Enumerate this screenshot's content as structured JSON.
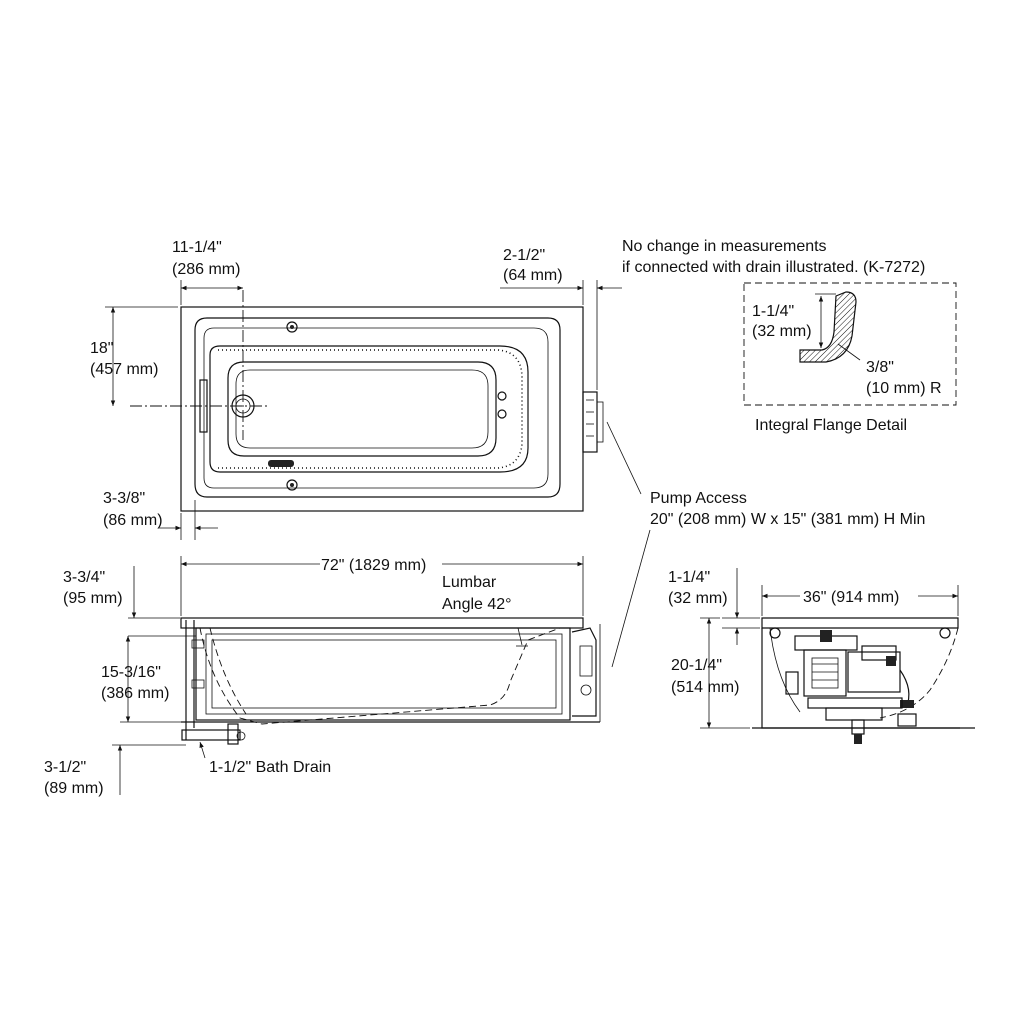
{
  "plan": {
    "dim_drain_offset": {
      "inches": "11-1/4\"",
      "mm": "(286 mm)"
    },
    "dim_flange": {
      "inches": "2-1/2\"",
      "mm": "(64 mm)"
    },
    "dim_drain_height": {
      "inches": "18\"",
      "mm": "(457 mm)"
    },
    "dim_rim_edge": {
      "inches": "3-3/8\"",
      "mm": "(86 mm)"
    }
  },
  "flange_note": {
    "line1": "No change in measurements",
    "line2": "if connected with drain illustrated. (K-7272)"
  },
  "flange_detail": {
    "dim_height": {
      "inches": "1-1/4\"",
      "mm": "(32 mm)"
    },
    "dim_radius": {
      "inches": "3/8\"",
      "mm": "(10 mm) R"
    },
    "caption": "Integral Flange Detail"
  },
  "pump_access": {
    "line1": "Pump Access",
    "line2": "20\" (208 mm) W x 15\" (381 mm) H Min"
  },
  "front_elevation": {
    "dim_length": "72\" (1829 mm)",
    "dim_rim": {
      "inches": "3-3/4\"",
      "mm": "(95 mm)"
    },
    "lumbar": {
      "line1": "Lumbar",
      "line2": "Angle 42°"
    },
    "dim_bath_depth": {
      "inches": "15-3/16\"",
      "mm": "(386 mm)"
    },
    "dim_drain_below": {
      "inches": "3-1/2\"",
      "mm": "(89 mm)"
    },
    "bath_drain_label": "1-1/2\" Bath Drain"
  },
  "side_elevation": {
    "dim_rim": {
      "inches": "1-1/4\"",
      "mm": "(32 mm)"
    },
    "dim_width": "36\" (914 mm)",
    "dim_height": {
      "inches": "20-1/4\"",
      "mm": "(514 mm)"
    }
  }
}
